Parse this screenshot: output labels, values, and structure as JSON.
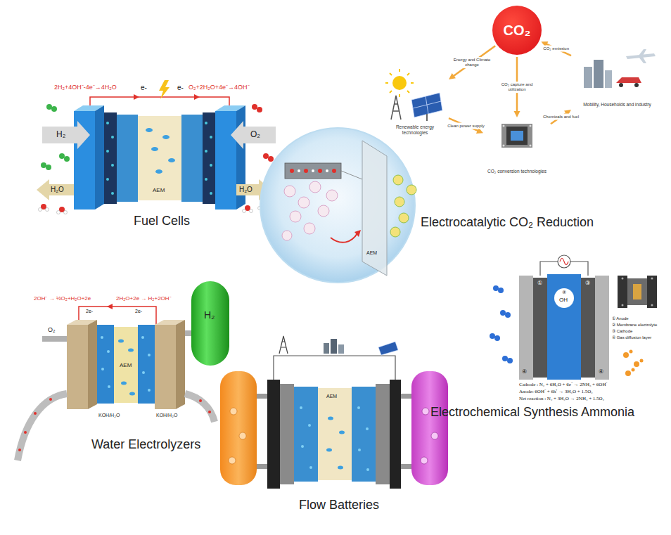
{
  "diagram": {
    "nodes": [
      {
        "text": [
          "CO₂"
        ]
      },
      {
        "text": [
          "Renewable energy technologies"
        ]
      },
      {
        "text": [
          "CO₂ conversion technologies"
        ]
      },
      {
        "text": [
          "Mobility, Households and industry"
        ]
      }
    ],
    "edges": [
      {
        "from": 0,
        "to": 1,
        "arrow": "to",
        "label": "Energy and Climate change"
      },
      {
        "from": 1,
        "to": 2,
        "arrow": "to",
        "label": "Clean power supply"
      },
      {
        "from": 0,
        "to": 2,
        "arrow": "to",
        "label": "CO₂ capture and utilization"
      },
      {
        "from": 2,
        "to": 3,
        "arrow": "to",
        "label": "Chemicals and fuel"
      },
      {
        "from": 3,
        "to": 0,
        "arrow": "to",
        "label": "CO₂ emission"
      }
    ],
    "labels": [
      "2H₂+4OH⁻-4e⁻→4H₂O",
      "e-",
      "e-",
      "O₂+2H₂O+4e⁻→4OH⁻",
      "H₂",
      "O₂",
      "H₂O",
      "H₂O",
      "AEM",
      "Fuel Cells",
      "Electrocatalytic CO₂ Reduction",
      "2OH⁻ → ½O₂+H₂O+2e",
      "2H₂O+2e → H₂+2OH⁻",
      "2e-",
      "2e-",
      "O₂",
      "H₂",
      "KOH/H₂O",
      "KOH/H₂O",
      "AEM",
      "Water Electrolyzers",
      "AEM",
      "AEM",
      "Flow Batteries",
      "①",
      "②",
      "OH",
      "③",
      "④",
      "④",
      "① Anode",
      "② Membrane electrolyte",
      "③ Cathode",
      "④ Gas diffusion layer",
      "Cathode : N₂ + 6H₂O + 6e⁻ → 2NH₃ + 6OH⁻",
      "Anode: 6OH⁻ + 6h⁺ → 3H₂O + 1.5O₂",
      "Net reaction : N₂ + 3H₂O → 2NH₃ + 1.5O₂",
      "Electrochemical Synthesis Ammonia"
    ]
  }
}
